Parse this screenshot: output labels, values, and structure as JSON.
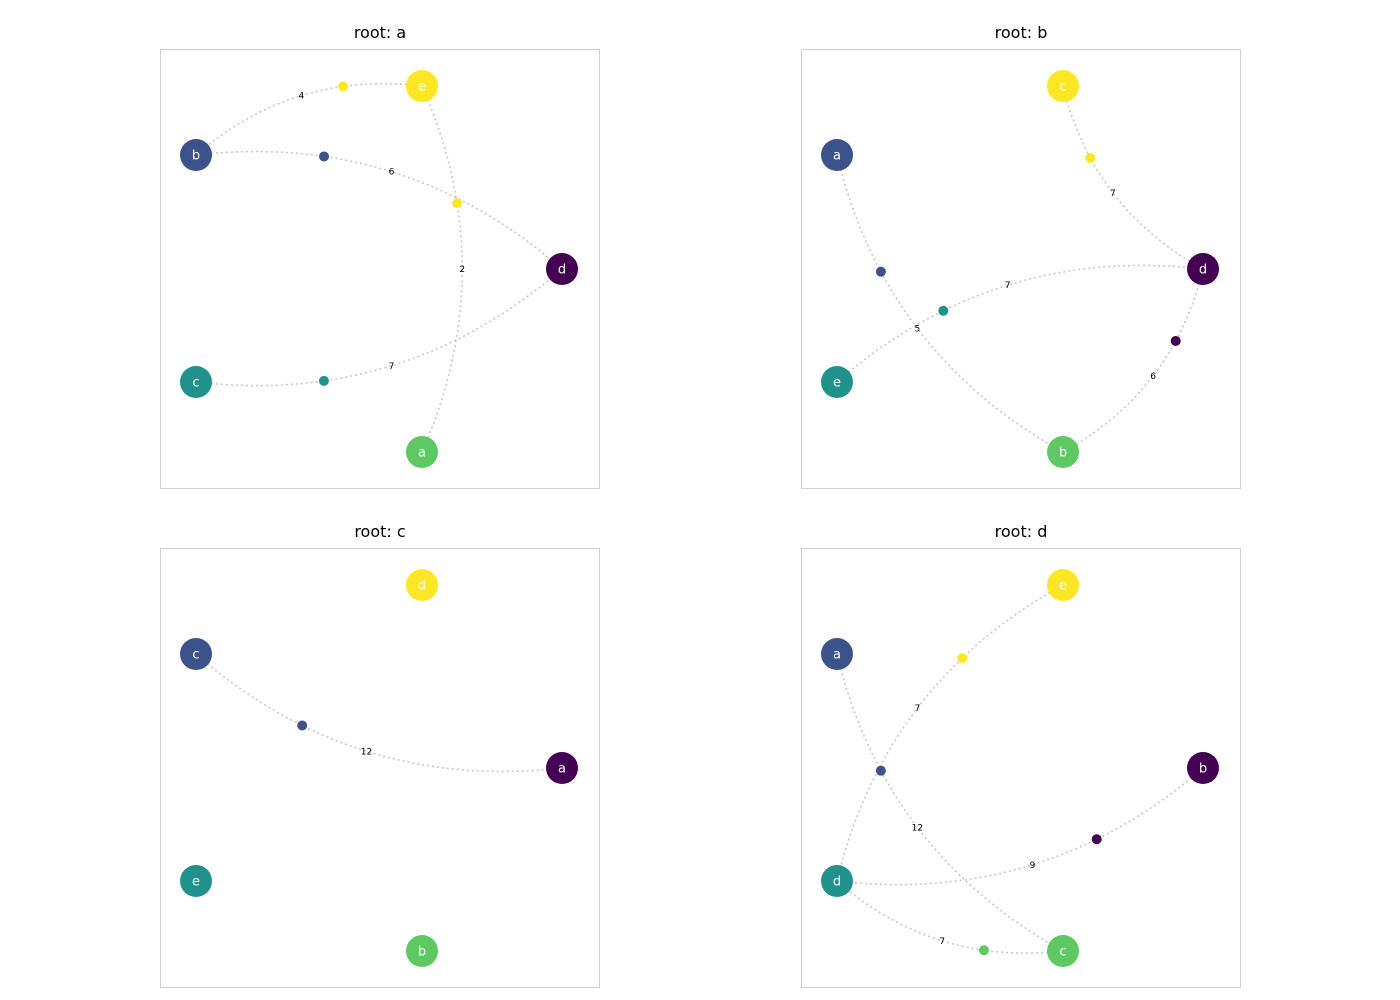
{
  "colors": {
    "viridis_0": "#440154",
    "viridis_1": "#3b528b",
    "viridis_2": "#21918c",
    "viridis_3": "#5ec962",
    "viridis_4": "#fde725",
    "edge": "#c8c8c8",
    "frame": "#cfcfcf"
  },
  "panels": [
    {
      "title": "root: a",
      "slot_labels": [
        "d",
        "e",
        "b",
        "c",
        "a"
      ],
      "edges": [
        {
          "from": "e",
          "to": "b",
          "weight": "4"
        },
        {
          "from": "b",
          "to": "d",
          "weight": "6"
        },
        {
          "from": "c",
          "to": "d",
          "weight": "7"
        },
        {
          "from": "e",
          "to": "a",
          "weight": "2"
        }
      ]
    },
    {
      "title": "root: b",
      "slot_labels": [
        "d",
        "c",
        "a",
        "e",
        "b"
      ],
      "edges": [
        {
          "from": "c",
          "to": "d",
          "weight": "7"
        },
        {
          "from": "e",
          "to": "d",
          "weight": "7"
        },
        {
          "from": "a",
          "to": "b",
          "weight": "5"
        },
        {
          "from": "d",
          "to": "b",
          "weight": "6"
        }
      ]
    },
    {
      "title": "root: c",
      "slot_labels": [
        "a",
        "d",
        "c",
        "e",
        "b"
      ],
      "edges": [
        {
          "from": "c",
          "to": "a",
          "weight": "12"
        }
      ]
    },
    {
      "title": "root: d",
      "slot_labels": [
        "b",
        "e",
        "a",
        "d",
        "c"
      ],
      "edges": [
        {
          "from": "e",
          "to": "d",
          "weight": "7"
        },
        {
          "from": "b",
          "to": "d",
          "weight": "9"
        },
        {
          "from": "a",
          "to": "c",
          "weight": "12"
        },
        {
          "from": "c",
          "to": "d",
          "weight": "7"
        }
      ]
    }
  ]
}
